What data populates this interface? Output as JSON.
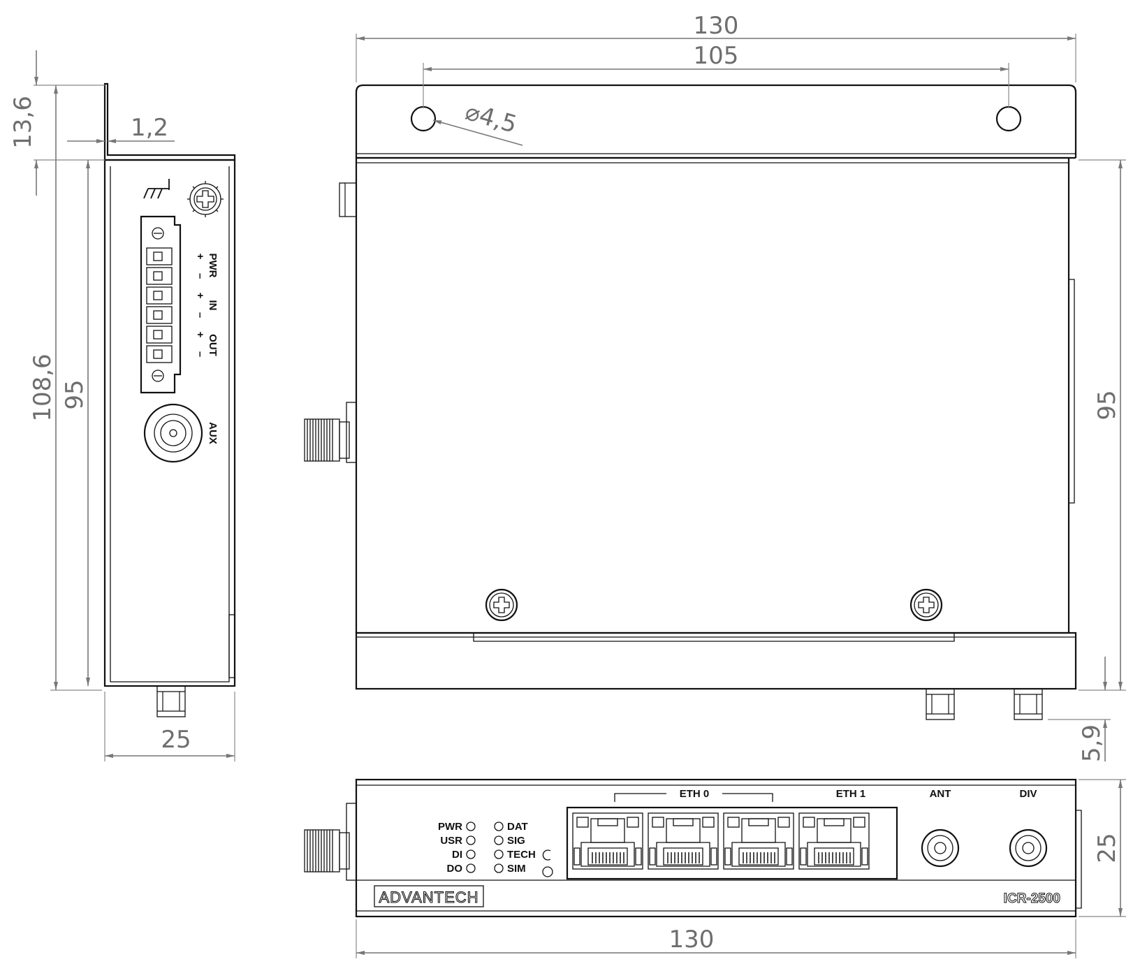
{
  "dimensions": {
    "side_flange_height": "13,6",
    "side_flange_thickness": "1,2",
    "side_total_height": "108,6",
    "side_body_height": "95",
    "side_depth": "25",
    "top_total_width": "130",
    "top_hole_spacing": "105",
    "top_hole_diameter": "⌀4,5",
    "top_body_height": "95",
    "top_connector_protrusion": "5,9",
    "front_width": "130",
    "front_height": "25"
  },
  "side_panel": {
    "terminal_labels": [
      "PWR",
      "IN",
      "OUT"
    ],
    "terminal_polarities": [
      "+",
      "–",
      "+",
      "–",
      "+",
      "–"
    ],
    "aux_label": "AUX"
  },
  "front_panel": {
    "leds_left": [
      "PWR",
      "USR",
      "DI",
      "DO"
    ],
    "leds_right": [
      "DAT",
      "SIG",
      "TECH",
      "SIM"
    ],
    "eth0_label": "ETH 0",
    "eth1_label": "ETH 1",
    "ant_label": "ANT",
    "div_label": "DIV",
    "brand": "ADVANTECH",
    "model": "ICR-2500"
  }
}
